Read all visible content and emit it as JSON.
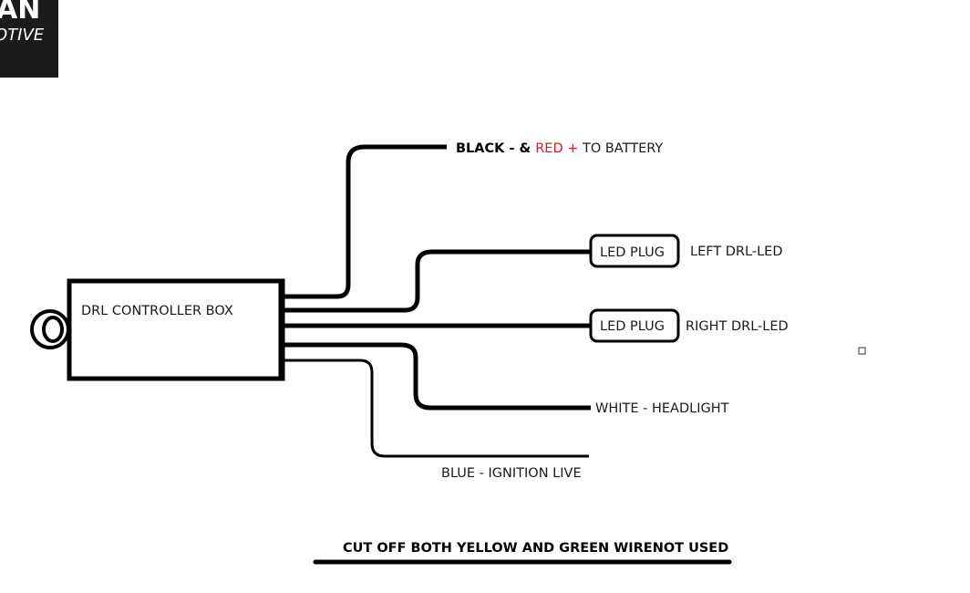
{
  "logo": {
    "line1": "AN",
    "line2": "OTIVE"
  },
  "controller_box": {
    "label": "DRL CONTROLLER BOX"
  },
  "battery": {
    "black_text": "BLACK - & ",
    "red_text": "RED +",
    "rest_text": " TO BATTERY",
    "red_color": "#d11a2a"
  },
  "left_drl": {
    "plug_label": "LED PLUG",
    "label": "LEFT DRL-LED"
  },
  "right_drl": {
    "plug_label": "LED PLUG",
    "label": "RIGHT DRL-LED"
  },
  "white_wire": {
    "label": "WHITE - HEADLIGHT"
  },
  "blue_wire": {
    "label": "BLUE  - IGNITION LIVE"
  },
  "footer": {
    "note": "CUT OFF BOTH YELLOW AND GREEN WIRENOT USED"
  },
  "colors": {
    "wire": "#000000",
    "logo_bg": "#1b1b1b",
    "text": "#1a1a1a"
  }
}
